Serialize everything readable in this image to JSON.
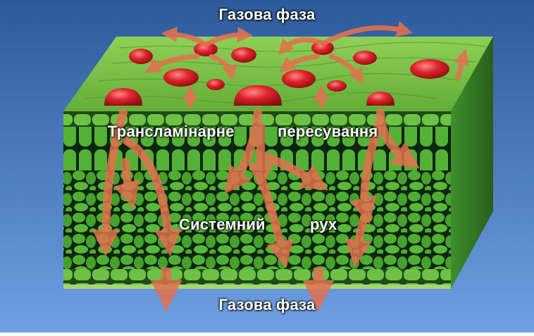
{
  "labels": {
    "gas_phase_top": "Газова фаза",
    "gas_phase_bottom": "Газова фаза",
    "translaminar": "Транcламінарне",
    "movement": "пересування",
    "systemic": "Системний",
    "flow": "рух"
  },
  "colors": {
    "background_top": "#2d5a9a",
    "background_bottom": "#6f9fe2",
    "leaf_top_surface": "#7cc24b",
    "leaf_cells": "#4fae32",
    "leaf_dark": "#0d2410",
    "arrow": "#e2714f",
    "droplet": "#d8202a"
  }
}
